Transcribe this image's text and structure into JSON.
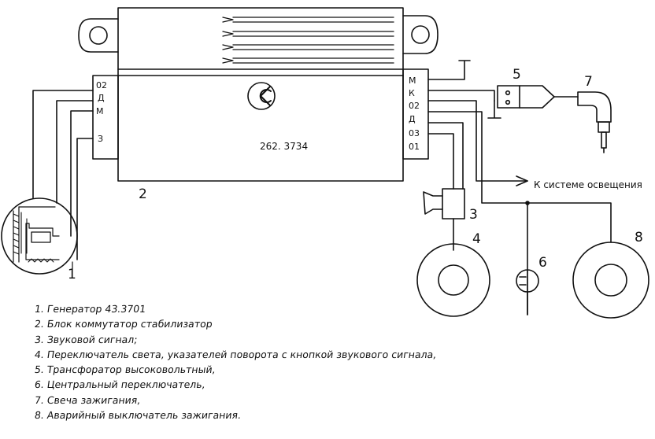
{
  "block": {
    "left_pins": [
      "02",
      "Д",
      "М",
      "З"
    ],
    "right_pins": [
      "М",
      "К",
      "02",
      "Д",
      "03",
      "01"
    ],
    "model": "262. 3734"
  },
  "component_numbers": {
    "n1": "1",
    "n2": "2",
    "n3": "3",
    "n4": "4",
    "n5": "5",
    "n6": "6",
    "n7": "7",
    "n8": "8"
  },
  "lighting_label": "К системе освещения",
  "legend": [
    "1. Генератор  43.3701",
    "2. Блок коммутатор стабилизатор",
    "3. Звуковой сигнал;",
    "4. Переключатель света, указателей поворота с кнопкой звукового сигнала,",
    "5. Трансфоратор высоковольтный,",
    "6. Центральный переключатель,",
    "7. Свеча зажигания,",
    "8. Аварийный выключатель зажигания."
  ]
}
